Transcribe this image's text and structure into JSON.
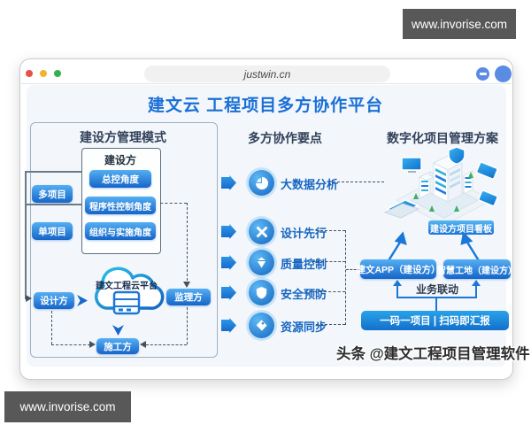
{
  "watermarks": {
    "top": "www.invorise.com",
    "bottom": "www.invorise.com"
  },
  "caption": "头条 @建文工程项目管理软件",
  "browser": {
    "url": "justwin.cn"
  },
  "header": {
    "title": "建文云 工程项目多方协作平台"
  },
  "left_panel": {
    "title": "建设方管理模式",
    "owner_box": {
      "title": "建设方",
      "items": [
        "总控角度",
        "程序性控制角度",
        "组织与实施角度"
      ]
    },
    "scope_buttons": [
      "多项目",
      "单项目"
    ],
    "cloud_label": "建文工程云平台",
    "design_party": "设计方",
    "supervision_party": "监理方",
    "construction_party": "施工方"
  },
  "middle_panel": {
    "title": "多方协作要点",
    "items": [
      {
        "label": "大数据分析",
        "icon": "pie-chart-icon"
      },
      {
        "label": "设计先行",
        "icon": "cross-tools-icon"
      },
      {
        "label": "质量控制",
        "icon": "diamond-icon"
      },
      {
        "label": "安全预防",
        "icon": "shield-icon"
      },
      {
        "label": "资源同步",
        "icon": "tag-icon"
      }
    ]
  },
  "right_panel": {
    "title": "数字化项目管理方案",
    "dashboard_label": "建设方项目看板",
    "app_button": "建文APP（建设方）",
    "site_button": "智慧工地（建设方）",
    "linkage_label": "业务联动",
    "qr_bar": "一码一项目 | 扫码即汇报"
  },
  "colors": {
    "accent_blue": "#1a6fd6",
    "button_blue_top": "#55aef2",
    "button_blue_bottom": "#1565c8",
    "bar_blue": "#1690e0",
    "dash_gray": "#44525f"
  }
}
